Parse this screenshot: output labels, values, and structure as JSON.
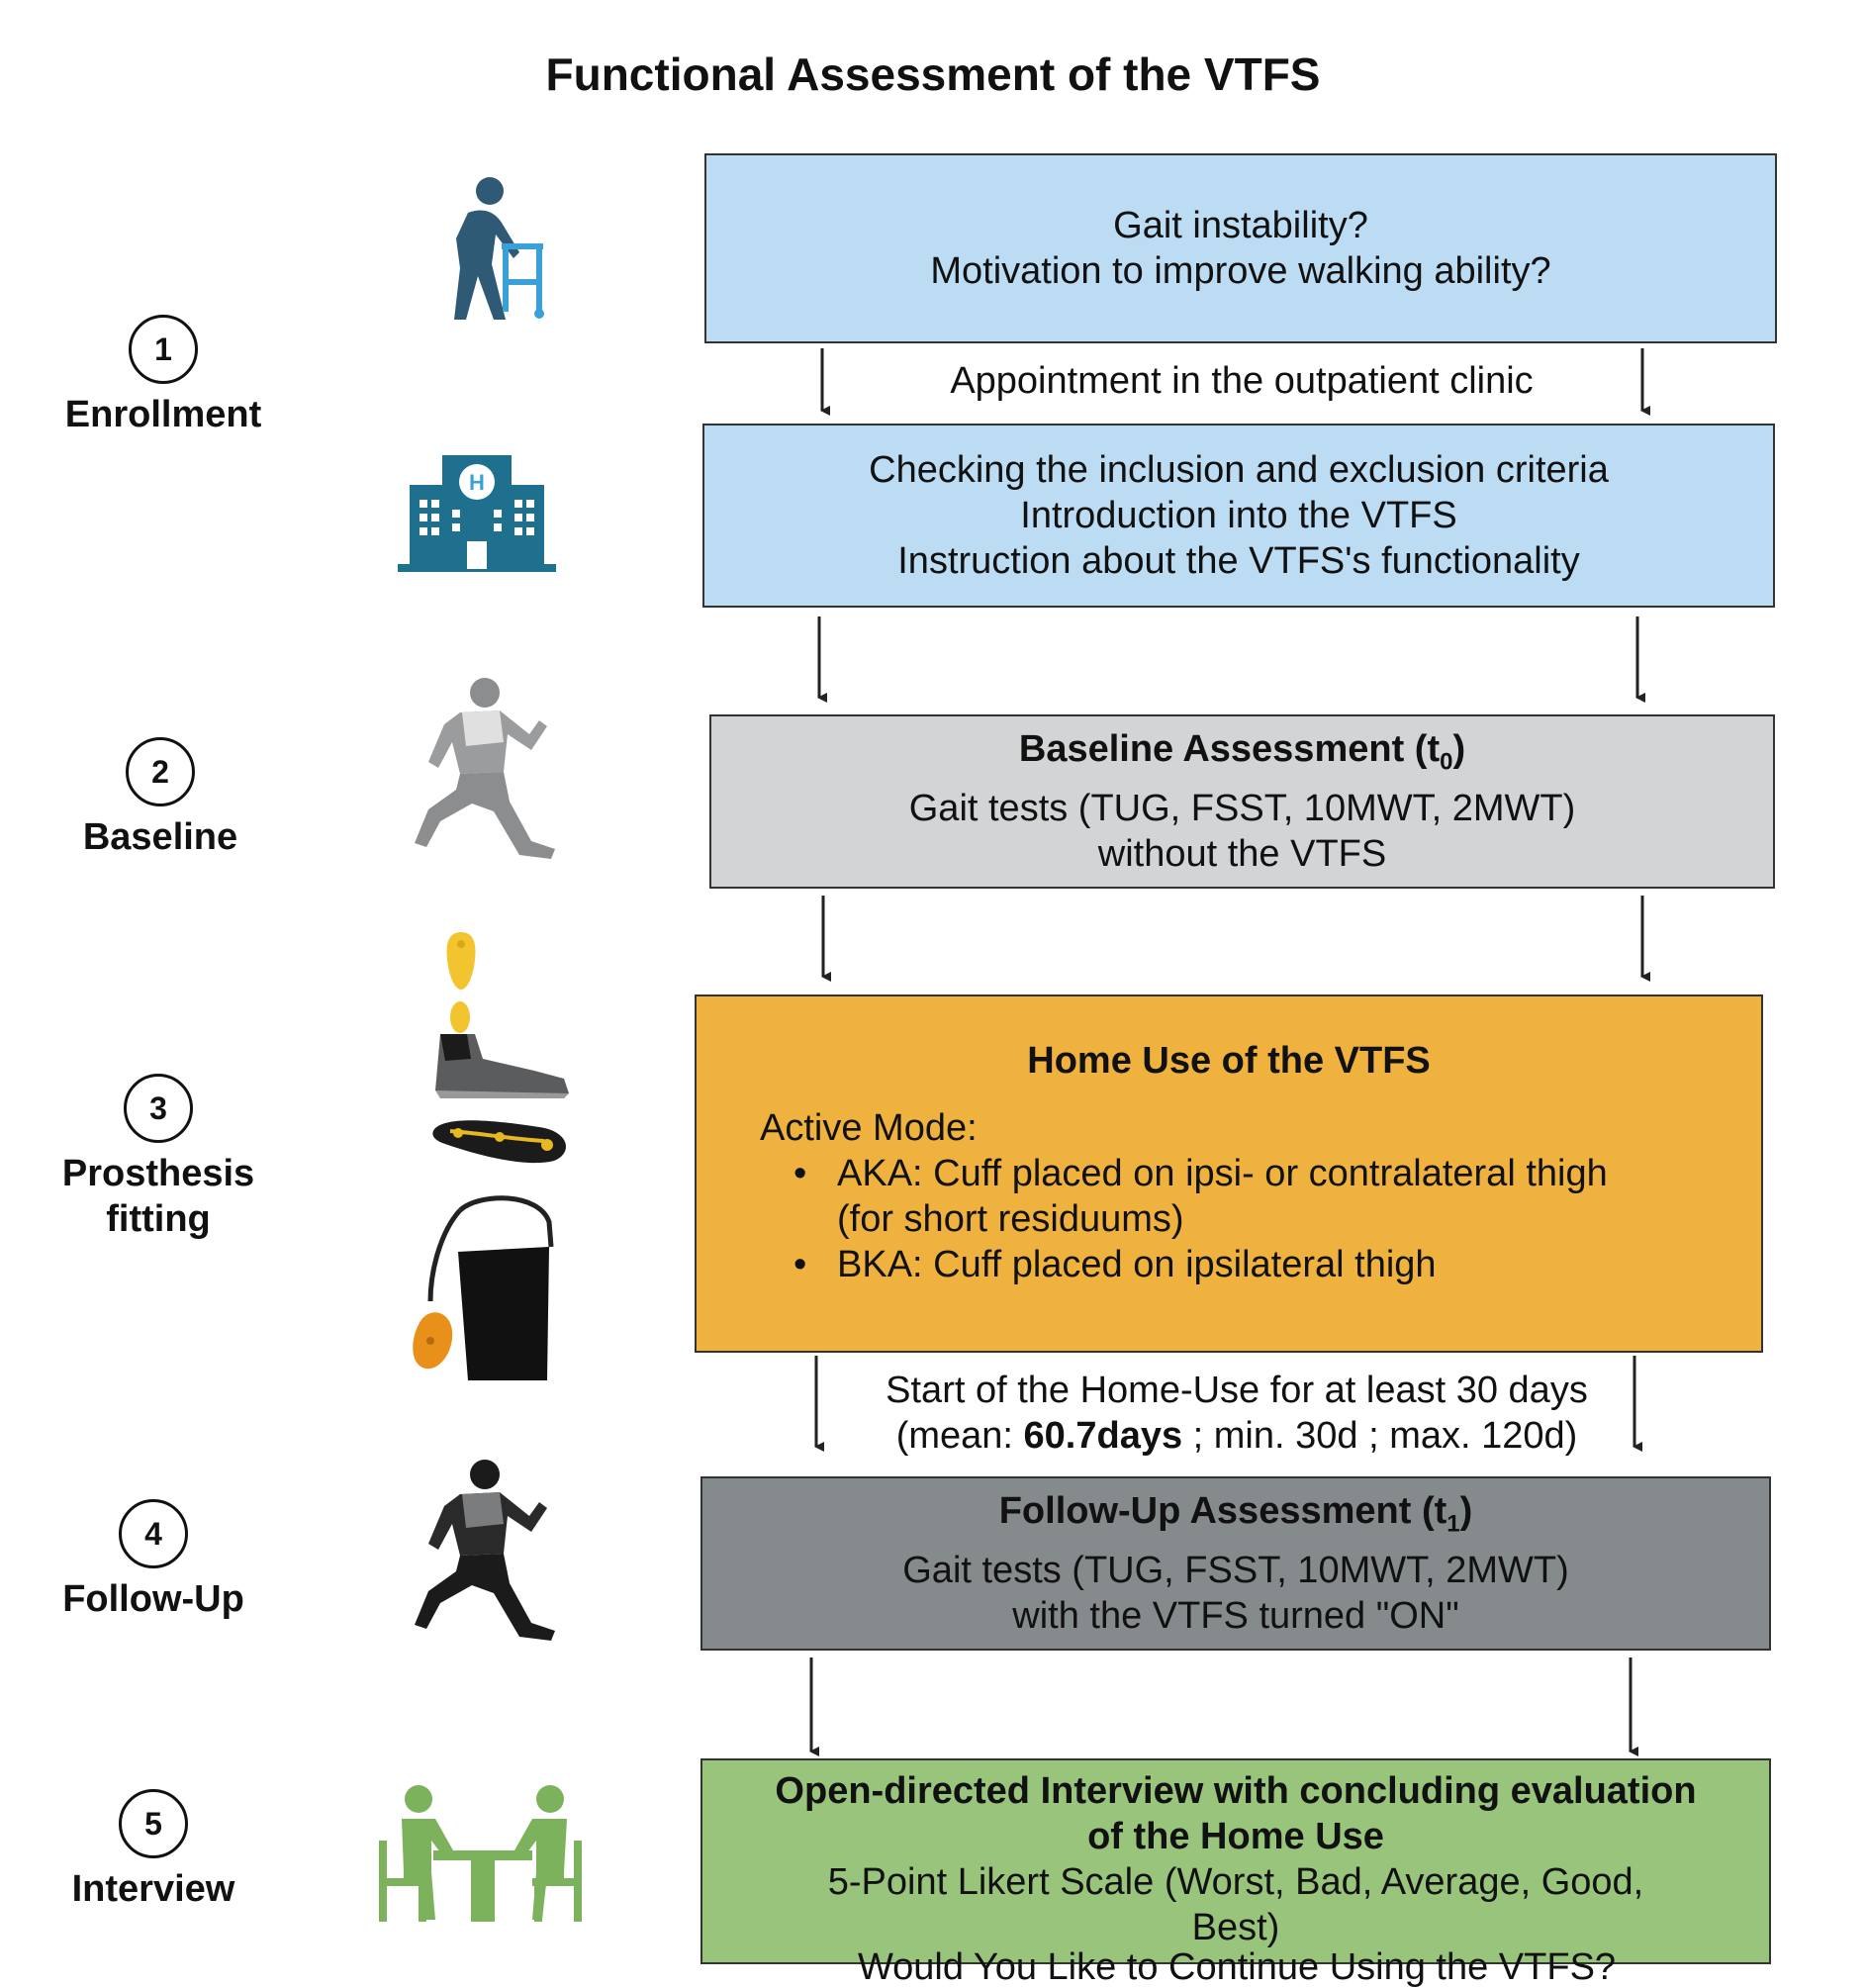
{
  "title": "Functional Assessment of the VTFS",
  "steps": [
    {
      "number": "1",
      "label": "Enrollment"
    },
    {
      "number": "2",
      "label": "Baseline"
    },
    {
      "number": "3",
      "label_line1": "Prosthesis",
      "label_line2": "fitting"
    },
    {
      "number": "4",
      "label": "Follow-Up"
    },
    {
      "number": "5",
      "label": "Interview"
    }
  ],
  "boxes": {
    "screening": {
      "line1": "Gait instability?",
      "line2": "Motivation to improve walking ability?",
      "color": "#bcdcf3"
    },
    "appointment_note": "Appointment in the outpatient clinic",
    "clinic": {
      "line1": "Checking the inclusion and exclusion criteria",
      "line2": "Introduction into the VTFS",
      "line3": "Instruction about the VTFS's functionality",
      "color": "#bcdcf3"
    },
    "baseline": {
      "title": "Baseline Assessment (t",
      "title_sub": "0",
      "title_end": ")",
      "line1": "Gait tests (TUG, FSST, 10MWT, 2MWT)",
      "line2": "without the VTFS",
      "color": "#d2d4d6"
    },
    "home_use": {
      "title": "Home Use of the VTFS",
      "mode": "Active Mode:",
      "bullet1_line1": "AKA: Cuff placed on ipsi- or contralateral thigh",
      "bullet1_line2": "(for short residuums)",
      "bullet2": "BKA: Cuff placed on ipsilateral thigh",
      "color": "#f0b23f"
    },
    "duration_note": {
      "line1": "Start of the Home-Use for at least 30 days",
      "line2_pre": "(mean: ",
      "line2_bold": "60.7days",
      "line2_post": " ; min. 30d ; max. 120d)"
    },
    "follow_up": {
      "title": "Follow-Up Assessment (t",
      "title_sub": "1",
      "title_end": ")",
      "line1": "Gait tests (TUG, FSST, 10MWT, 2MWT)",
      "line2": "with the VTFS turned \"ON\"",
      "color": "#858a8d"
    },
    "interview": {
      "title_line1": "Open-directed Interview with concluding evaluation",
      "title_line2": "of the Home Use",
      "line1": "5-Point Likert Scale (Worst, Bad, Average, Good,",
      "line2": "Best)",
      "line3": "Would You Like to Continue Using the VTFS?",
      "color": "#99c47c"
    }
  },
  "icons": [
    "walker-person-icon",
    "hospital-icon",
    "running-person-icon",
    "sensor-device-icon",
    "insole-icon",
    "cuff-device-icon",
    "running-person-dark-icon",
    "interview-people-icon"
  ]
}
